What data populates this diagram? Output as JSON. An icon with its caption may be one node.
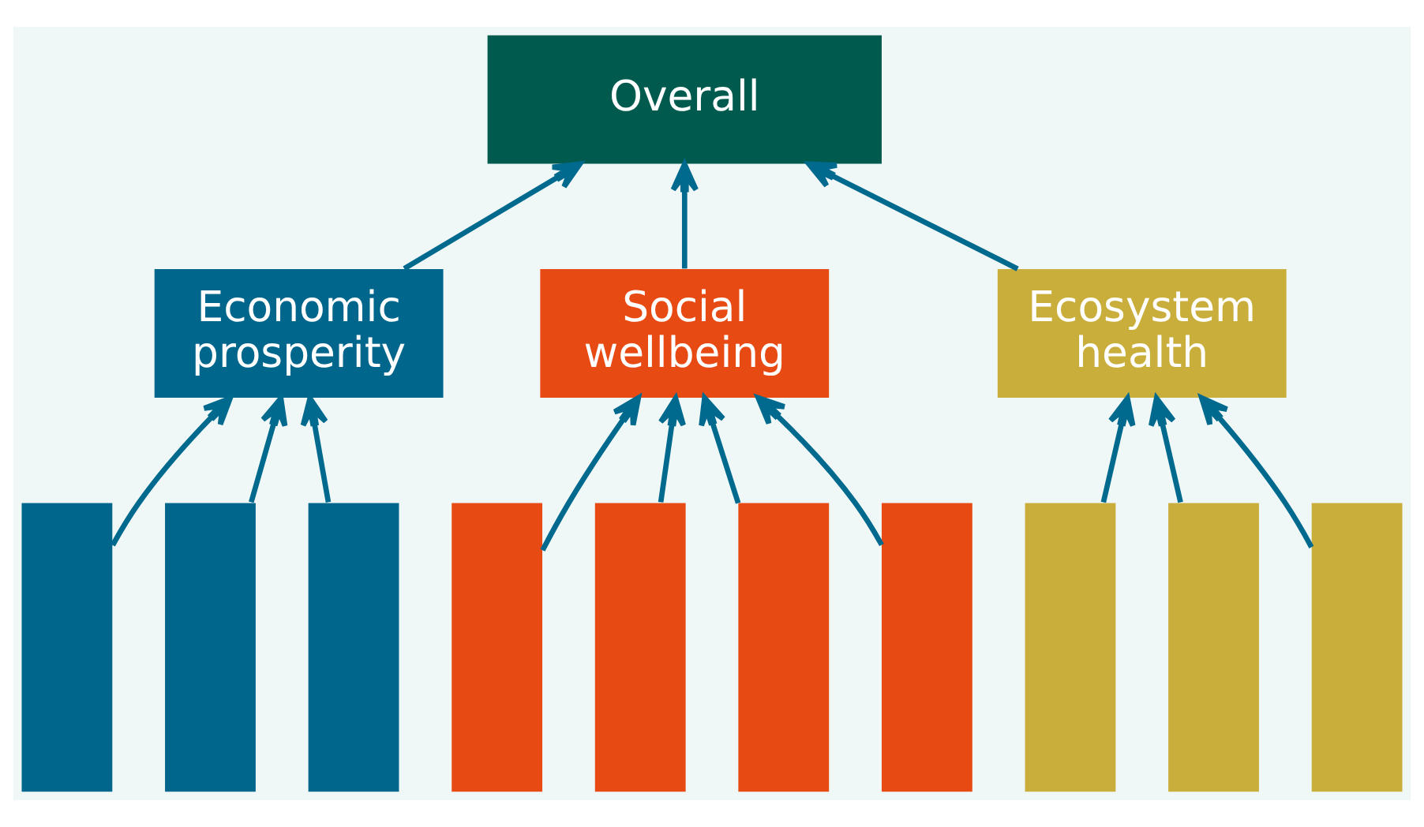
{
  "diagram": {
    "nodes": [
      {
        "text": [
          "Overall"
        ]
      },
      {
        "text": [
          "Economic prosperity"
        ]
      },
      {
        "text": [
          "Social wellbeing"
        ]
      },
      {
        "text": [
          "Ecosystem health"
        ]
      },
      {
        "text": [],
        "shape": "bar"
      },
      {
        "text": [],
        "shape": "bar"
      },
      {
        "text": [],
        "shape": "bar"
      },
      {
        "text": [],
        "shape": "bar"
      },
      {
        "text": [],
        "shape": "bar"
      },
      {
        "text": [],
        "shape": "bar"
      },
      {
        "text": [],
        "shape": "bar"
      },
      {
        "text": [],
        "shape": "bar"
      },
      {
        "text": [],
        "shape": "bar"
      },
      {
        "text": [],
        "shape": "bar"
      }
    ],
    "edges": [
      {
        "from": 1,
        "to": 0,
        "arrow": "to"
      },
      {
        "from": 2,
        "to": 0,
        "arrow": "to"
      },
      {
        "from": 3,
        "to": 0,
        "arrow": "to"
      },
      {
        "from": 4,
        "to": 1,
        "arrow": "to"
      },
      {
        "from": 5,
        "to": 1,
        "arrow": "to"
      },
      {
        "from": 6,
        "to": 1,
        "arrow": "to"
      },
      {
        "from": 7,
        "to": 2,
        "arrow": "to"
      },
      {
        "from": 8,
        "to": 2,
        "arrow": "to"
      },
      {
        "from": 9,
        "to": 2,
        "arrow": "to"
      },
      {
        "from": 10,
        "to": 2,
        "arrow": "to"
      },
      {
        "from": 11,
        "to": 3,
        "arrow": "to"
      },
      {
        "from": 12,
        "to": 3,
        "arrow": "to"
      },
      {
        "from": 13,
        "to": 3,
        "arrow": "to"
      }
    ]
  }
}
